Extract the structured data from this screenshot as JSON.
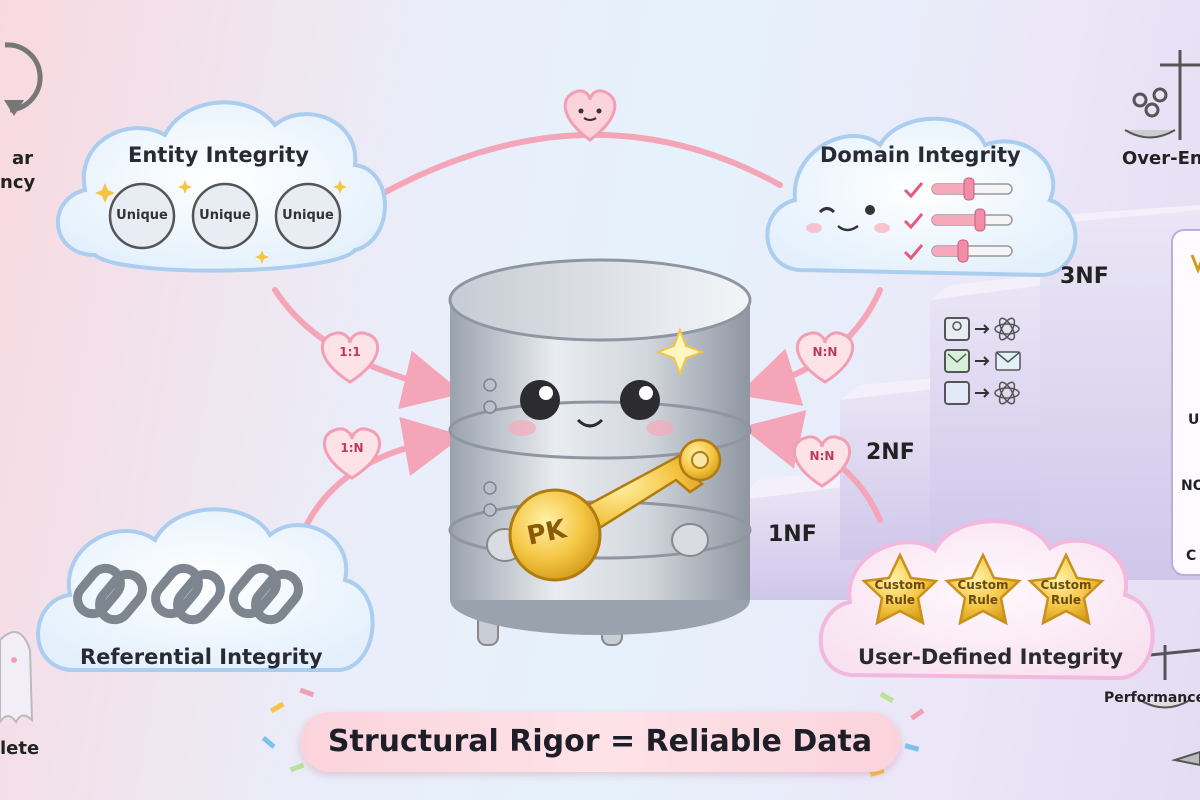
{
  "banner": {
    "text": "Structural Rigor = Reliable Data"
  },
  "clouds": {
    "entity": {
      "title": "Entity Integrity",
      "chips": [
        "Unique",
        "Unique",
        "Unique"
      ]
    },
    "domain": {
      "title": "Domain Integrity"
    },
    "referential": {
      "title": "Referential Integrity"
    },
    "user_defined": {
      "title": "User-Defined Integrity",
      "stars": [
        "Custom\nRule",
        "Custom\nRule",
        "Custom\nRule"
      ]
    }
  },
  "relations": {
    "top_left": "1:1",
    "bottom_left": "1:N",
    "top_right": "N:N",
    "bottom_right": "N:N"
  },
  "normal_forms": {
    "nf1": "1NF",
    "nf2": "2NF",
    "nf3": "3NF"
  },
  "key_label": "PK",
  "edge_fragments": {
    "left_top_line1": "ar",
    "left_top_line2": "ncy",
    "left_bottom": "lete",
    "right_top": "Over-Ent",
    "right_bottom": "Performance",
    "right_panel": [
      "U",
      "NO",
      "C"
    ]
  },
  "colors": {
    "arrow": "#f4a6b8",
    "cloud_blue": "#aacdf0",
    "cloud_pink": "#f2b8de",
    "gold": "#f4c542"
  }
}
